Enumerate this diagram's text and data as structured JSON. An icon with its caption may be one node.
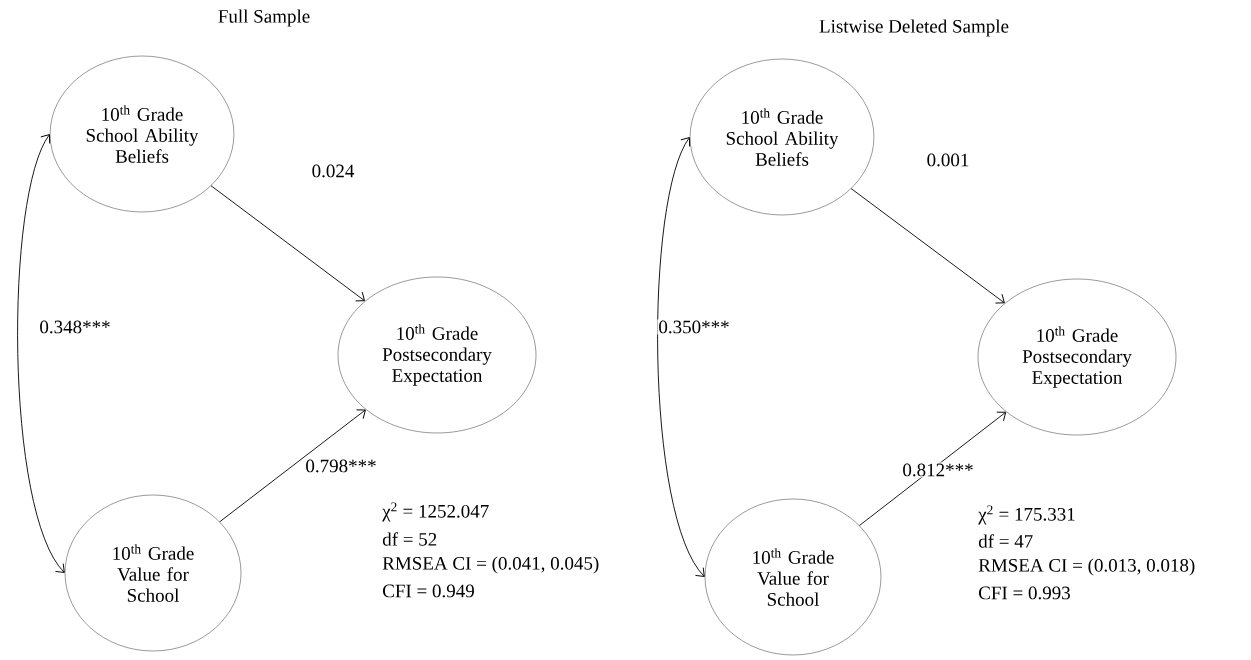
{
  "diagram": {
    "nodes": [
      {
        "text": [
          "10$^{th}$ Grade School Ability Beliefs"
        ]
      },
      {
        "text": [
          "10$^{th}$ Grade Value for School"
        ]
      },
      {
        "text": [
          "10$^{th}$ Grade Postsecondary Expectation"
        ]
      },
      {
        "text": [
          "10$^{th}$ Grade School Ability Beliefs"
        ]
      },
      {
        "text": [
          "10$^{th}$ Grade Value for School"
        ]
      },
      {
        "text": [
          "10$^{th}$ Grade Postsecondary Expectation"
        ]
      }
    ],
    "edges": [
      {
        "from": 0,
        "to": 2,
        "arrow": "to",
        "label": "0.024"
      },
      {
        "from": 1,
        "to": 2,
        "arrow": "to",
        "label": "0.798***"
      },
      {
        "from": 0,
        "to": 1,
        "arrow": "both",
        "label": "0.348***"
      },
      {
        "from": 3,
        "to": 5,
        "arrow": "to",
        "label": "0.001"
      },
      {
        "from": 4,
        "to": 5,
        "arrow": "to",
        "label": "0.812***"
      },
      {
        "from": 3,
        "to": 4,
        "arrow": "both",
        "label": "0.350***"
      }
    ],
    "labels": [
      "Full Sample",
      "Listwise Deleted Sample",
      "χ$^{2}$ = 1252.047",
      "df = 52",
      "RMSEA CI = (0.041,  0.045)",
      "CFI = 0.949",
      "χ$^{2}$ = 175.331",
      "df = 47",
      "RMSEA CI = (0.013,  0.018)",
      "CFI = 0.993"
    ]
  }
}
